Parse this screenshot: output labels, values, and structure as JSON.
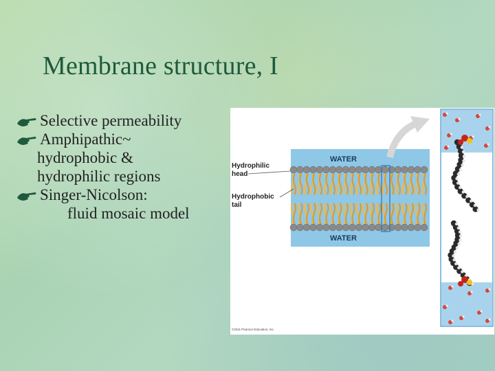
{
  "slide": {
    "title": "Membrane structure, I",
    "bullets": [
      {
        "lines": [
          "Selective permeability"
        ]
      },
      {
        "lines": [
          "Amphipathic~",
          "hydrophobic &",
          "hydrophilic regions"
        ]
      },
      {
        "lines": [
          "Singer-Nicolson:",
          "fluid mosaic model"
        ]
      }
    ]
  },
  "figure": {
    "water_top": "WATER",
    "water_bottom": "WATER",
    "label_head_1": "Hydrophilic",
    "label_head_2": "head",
    "label_tail_1": "Hydrophobic",
    "label_tail_2": "tail",
    "copyright": "©2011 Pearson Education, Inc.",
    "colors": {
      "water": "#8fc7e6",
      "head": "#8a8a8a",
      "tail": "#f0b84a",
      "outline": "#3e8fc9"
    }
  }
}
